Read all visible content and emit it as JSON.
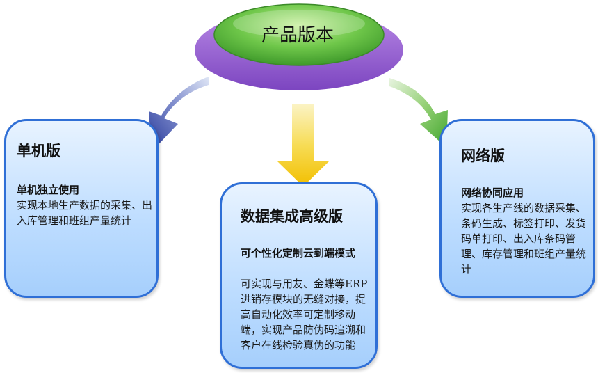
{
  "root": {
    "label": "产品版本"
  },
  "colors": {
    "ellipse_top": "#5fbf3a",
    "ellipse_base": "#9b63d4",
    "box_border": "#2f6fd6",
    "arrow_left": "#2e3f9e",
    "arrow_down": "#f2c300",
    "arrow_right": "#4fb03a"
  },
  "branches": [
    {
      "title": "单机版",
      "subtitle": "单机独立使用",
      "description": "实现本地生产数据的采集、出入库管理和班组产量统计"
    },
    {
      "title": "数据集成高级版",
      "subtitle": "可个性化定制云到端模式",
      "description": "可实现与用友、金蝶等ERP进销存模块的无缝对接，提高自动化效率可定制移动端，实现产品防伪码追溯和客户在线检验真伪的功能"
    },
    {
      "title": "网络版",
      "subtitle": "网络协同应用",
      "description": "实现各生产线的数据采集、条码生成、标签打印、发货码单打印、出入库条码管理、库存管理和班组产量统计"
    }
  ]
}
